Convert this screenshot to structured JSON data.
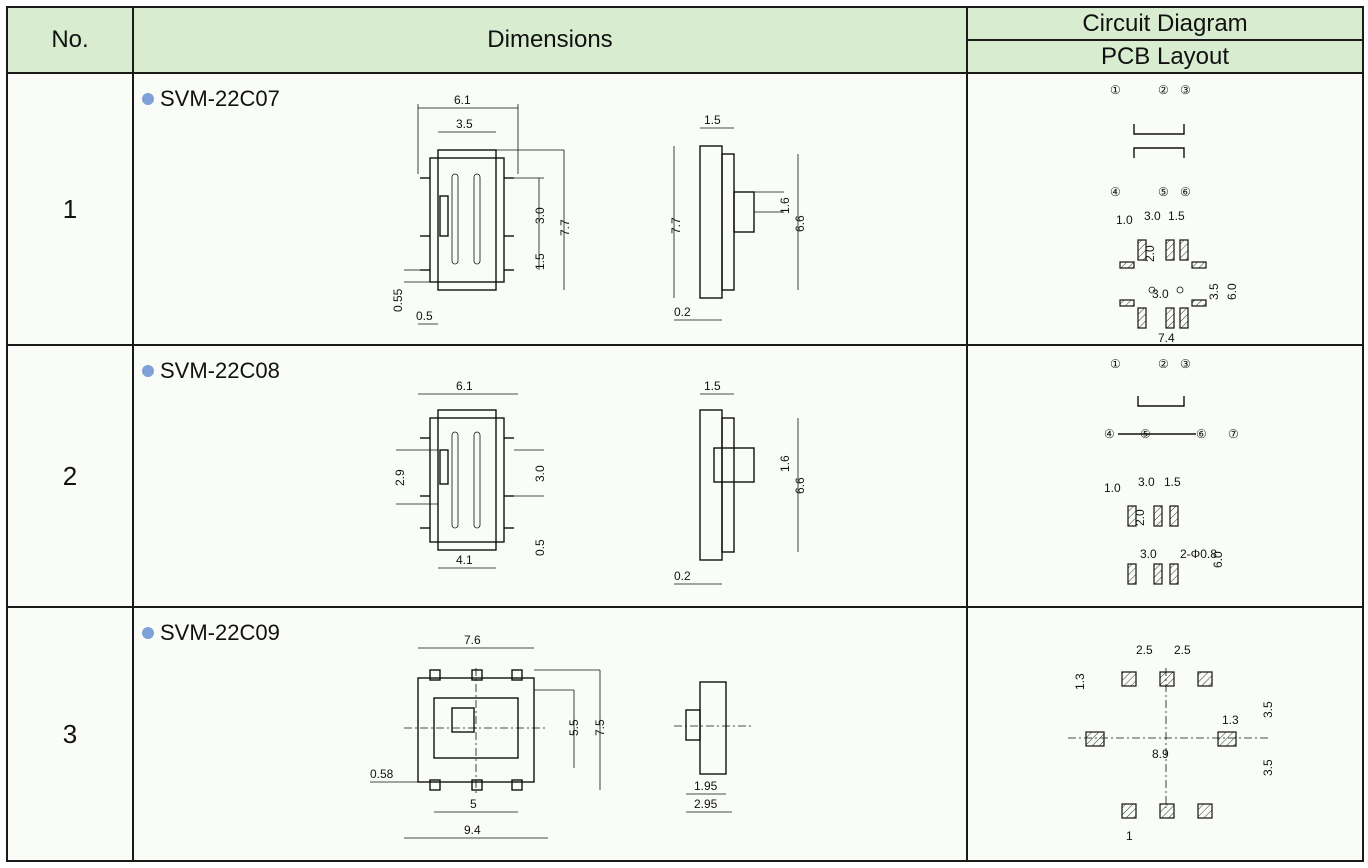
{
  "headers": {
    "no": "No.",
    "dimensions": "Dimensions",
    "circuit": "Circuit Diagram",
    "pcb": "PCB Layout"
  },
  "rows": [
    {
      "number": "1",
      "model": "SVM-22C07",
      "front_dims": [
        "6.1",
        "3.5",
        "3.0",
        "7.7",
        "1.5",
        "0.55",
        "0.5"
      ],
      "side_dims": [
        "1.5",
        "7.7",
        "1.6",
        "6.6",
        "0.2"
      ],
      "circuit_pins": [
        "①",
        "②",
        "③",
        "④",
        "⑤",
        "⑥"
      ],
      "pcb_dims": [
        "1.0",
        "3.0",
        "1.5",
        "2.0",
        "3.0",
        "3.5",
        "6.0",
        "7.4"
      ]
    },
    {
      "number": "2",
      "model": "SVM-22C08",
      "front_dims": [
        "6.1",
        "2.9",
        "3.0",
        "4.1",
        "0.5"
      ],
      "side_dims": [
        "1.5",
        "1.6",
        "6.6",
        "0.2"
      ],
      "circuit_pins": [
        "①",
        "②",
        "③",
        "④",
        "⑤",
        "⑥",
        "⑦"
      ],
      "pcb_dims": [
        "1.0",
        "3.0",
        "1.5",
        "2.0",
        "3.0",
        "2-Φ0.8",
        "6.0"
      ]
    },
    {
      "number": "3",
      "model": "SVM-22C09",
      "front_dims": [
        "7.6",
        "5.5",
        "7.5",
        "0.58",
        "5",
        "9.4"
      ],
      "side_dims": [
        "1.95",
        "2.95"
      ],
      "pcb_dims": [
        "2.5",
        "2.5",
        "1.3",
        "1.3",
        "3.5",
        "8.9",
        "3.5",
        "1"
      ]
    }
  ]
}
